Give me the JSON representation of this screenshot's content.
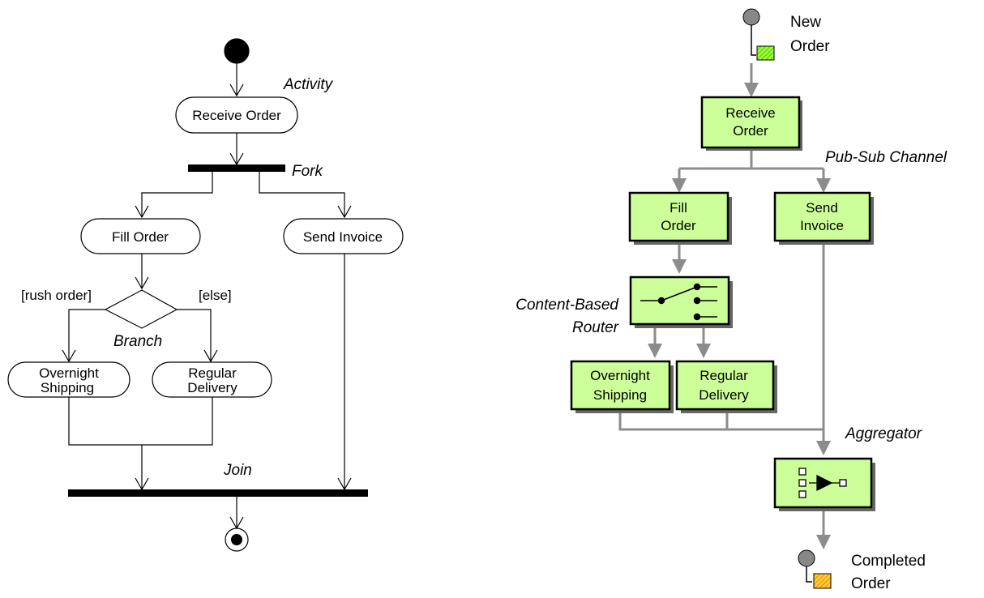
{
  "uml": {
    "activity_label": "Activity",
    "fork_label": "Fork",
    "branch_label": "Branch",
    "join_label": "Join",
    "receive_order": "Receive Order",
    "fill_order": "Fill Order",
    "send_invoice": "Send Invoice",
    "rush_guard": "[rush order]",
    "else_guard": "[else]",
    "overnight_1": "Overnight",
    "overnight_2": "Shipping",
    "regular_1": "Regular",
    "regular_2": "Delivery"
  },
  "eip": {
    "new_order_1": "New",
    "new_order_2": "Order",
    "receive_1": "Receive",
    "receive_2": "Order",
    "pubsub_label": "Pub-Sub Channel",
    "fill_1": "Fill",
    "fill_2": "Order",
    "invoice_1": "Send",
    "invoice_2": "Invoice",
    "cbr_label_1": "Content-Based",
    "cbr_label_2": "Router",
    "overnight_1": "Overnight",
    "overnight_2": "Shipping",
    "regular_1": "Regular",
    "regular_2": "Delivery",
    "aggregator_label": "Aggregator",
    "completed_1": "Completed",
    "completed_2": "Order"
  },
  "colors": {
    "box_fill": "#ccff99",
    "channel_gray": "#8c8c8c",
    "new_order_icon": "#99ff33",
    "completed_order_icon": "#ff9933"
  }
}
